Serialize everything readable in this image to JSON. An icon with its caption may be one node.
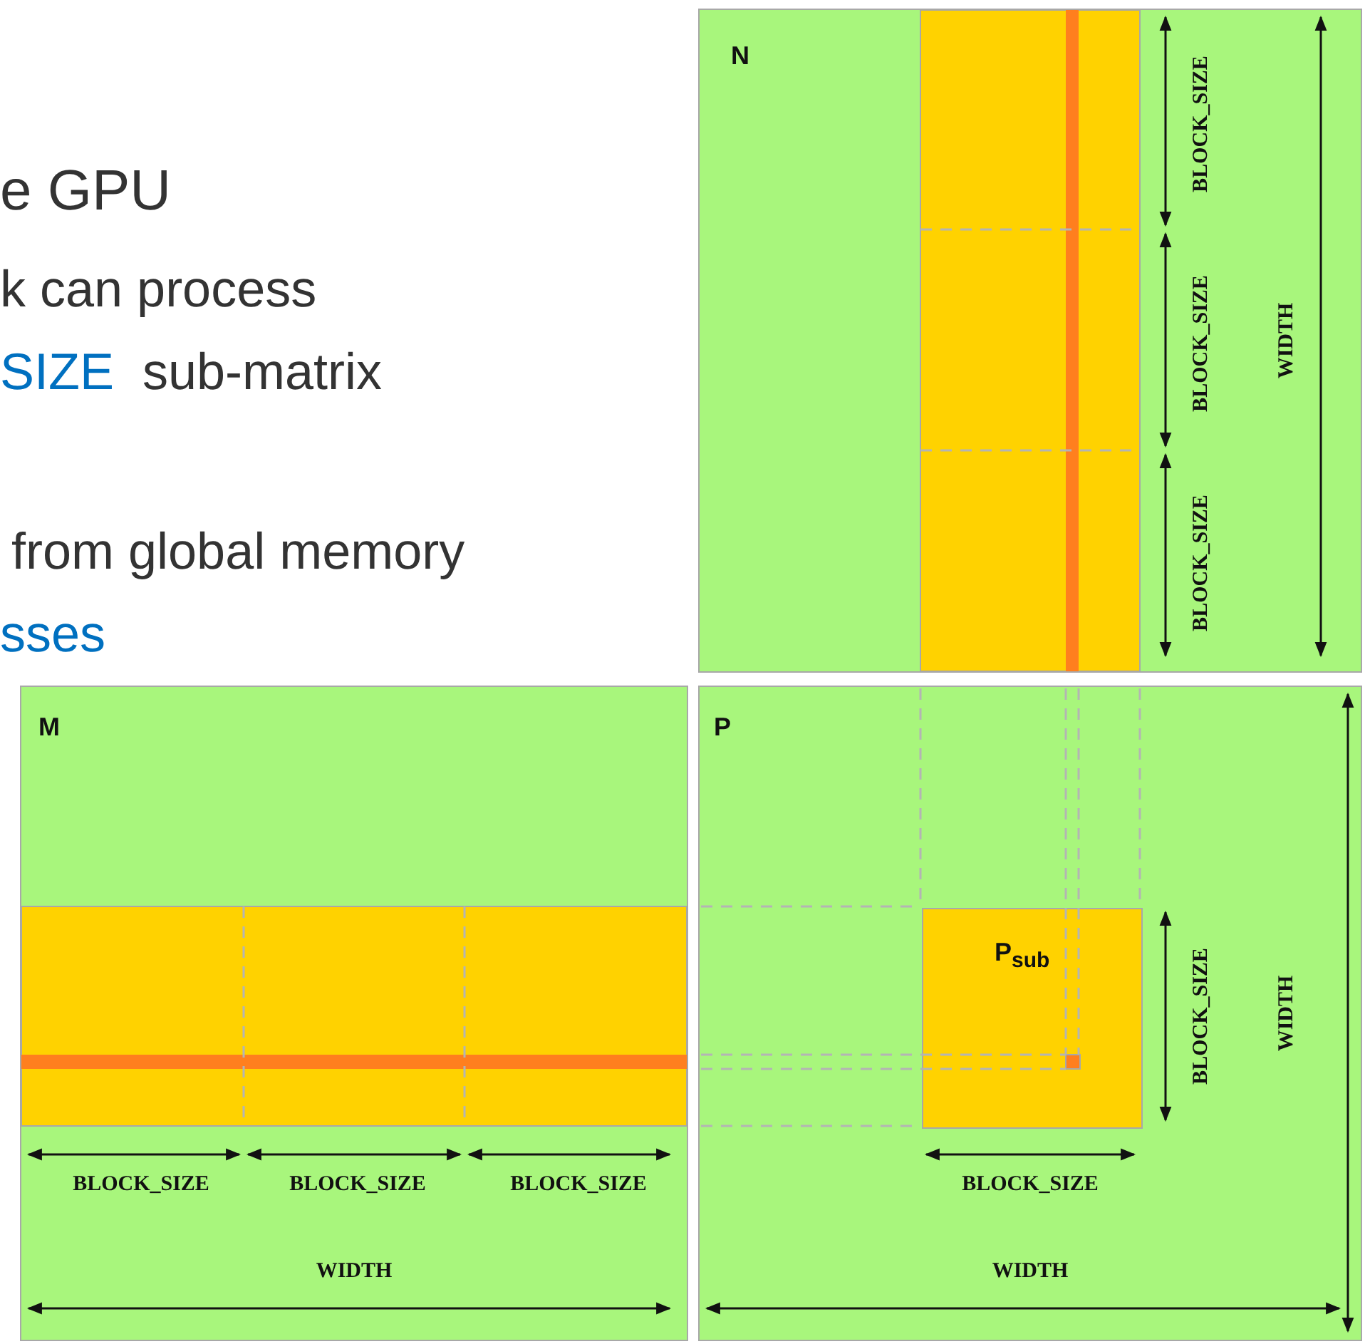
{
  "diagram": {
    "nodes": [
      {
        "text": [
          "N"
        ]
      },
      {
        "text": [
          "M"
        ]
      },
      {
        "text": [
          "P"
        ]
      },
      {
        "text": [
          "P$_{sub}$"
        ],
        "in": 2
      }
    ],
    "edges": [],
    "labels": [
      "e GPU",
      "k can process",
      "SIZE",
      "sub-matrix",
      "from global memory",
      "sses",
      "BLOCK_SIZE",
      "BLOCK_SIZE",
      "BLOCK_SIZE",
      "WIDTH",
      "BLOCK_SIZE",
      "WIDTH",
      "BLOCK_SIZE",
      "BLOCK_SIZE",
      "BLOCK_SIZE",
      "BLOCK_SIZE",
      "WIDTH",
      "WIDTH"
    ]
  }
}
